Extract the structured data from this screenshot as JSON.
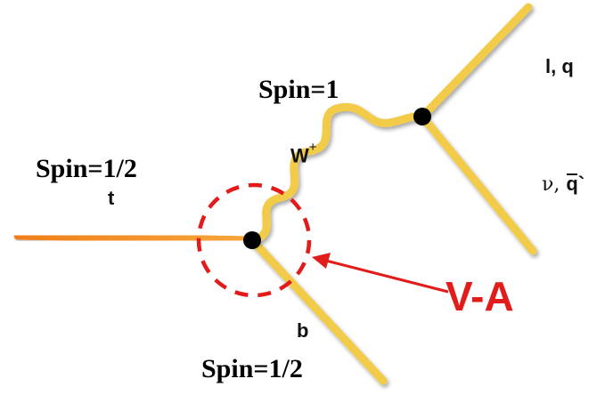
{
  "labels": {
    "spin_w": "Spin=1",
    "spin_top": "Spin=1/2",
    "spin_bottom": "Spin=1/2",
    "top_quark": "t",
    "w_boson": "W",
    "w_charge": "+",
    "b_quark": "b",
    "lepton_quark": "l, q",
    "neutrino_prefix": "ν, ",
    "antiquark": "q",
    "antiquark_suffix": "`",
    "vertex_coupling": "V-A"
  },
  "colors": {
    "top_line": "#f28a1e",
    "fermion_line": "#f2cb4a",
    "boson_line": "#f2cb4a",
    "vertex": "#000000",
    "highlight": "#e21b1b"
  }
}
